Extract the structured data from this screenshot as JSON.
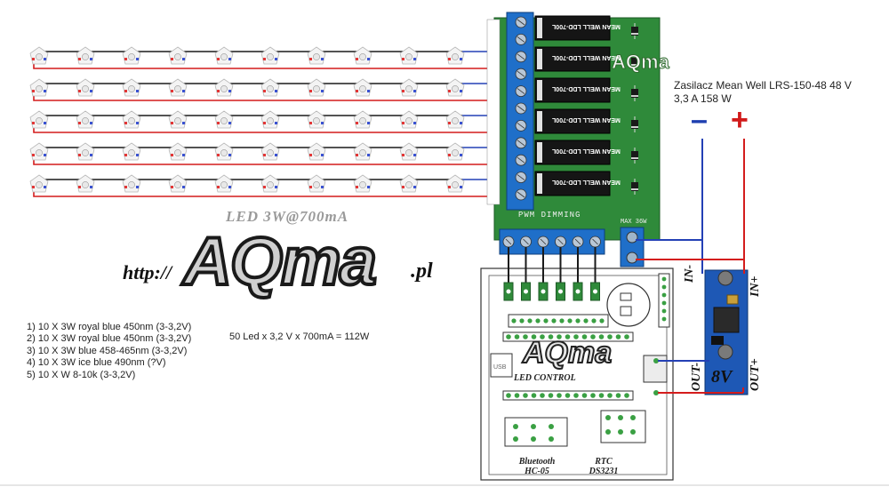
{
  "led_grid": {
    "rows": 5,
    "columns": 10,
    "wire_colors": {
      "black": "#1a1a1a",
      "red": "#d41c1c",
      "blue": "#2440b5"
    }
  },
  "labels": {
    "psu": "Zasilacz Mean Well LRS-150-48 48 V 3,3 A 158 W",
    "psu_minus": "–",
    "psu_plus": "+",
    "led_caption": "LED 3W@700mA",
    "calc": "50 Led x 3,2 V x 700mA = 112W",
    "http": "http://",
    "brand": "AQma",
    "domain_suffix": ".pl",
    "board_brand": "AQma",
    "led_control": "LED CONTROL",
    "bluetooth": "Bluetooth HC-05",
    "rtc": "RTC DS3231",
    "in_minus": "IN-",
    "in_plus": "IN+",
    "out_minus": "OUT-",
    "out_plus": "OUT+",
    "voltage": "8V",
    "pwm": "PWM DIMMING",
    "max_power": "MAX 36W",
    "driver_label": "MEAN WELL LDD-700L",
    "board_vertical": "AQma"
  },
  "led_list": [
    "1) 10 X 3W royal blue 450nm (3-3,2V)",
    "2) 10 X 3W royal blue 450nm (3-3,2V)",
    "3) 10 X 3W blue 458-465nm (3-3,2V)",
    "4) 10 X 3W ice blue 490nm (?V)",
    "5) 10 X W 8-10k (3-3,2V)"
  ],
  "colors": {
    "board_green": "#2f8a3a",
    "terminal_blue": "#1f6fc9",
    "driver_black": "#151515"
  }
}
